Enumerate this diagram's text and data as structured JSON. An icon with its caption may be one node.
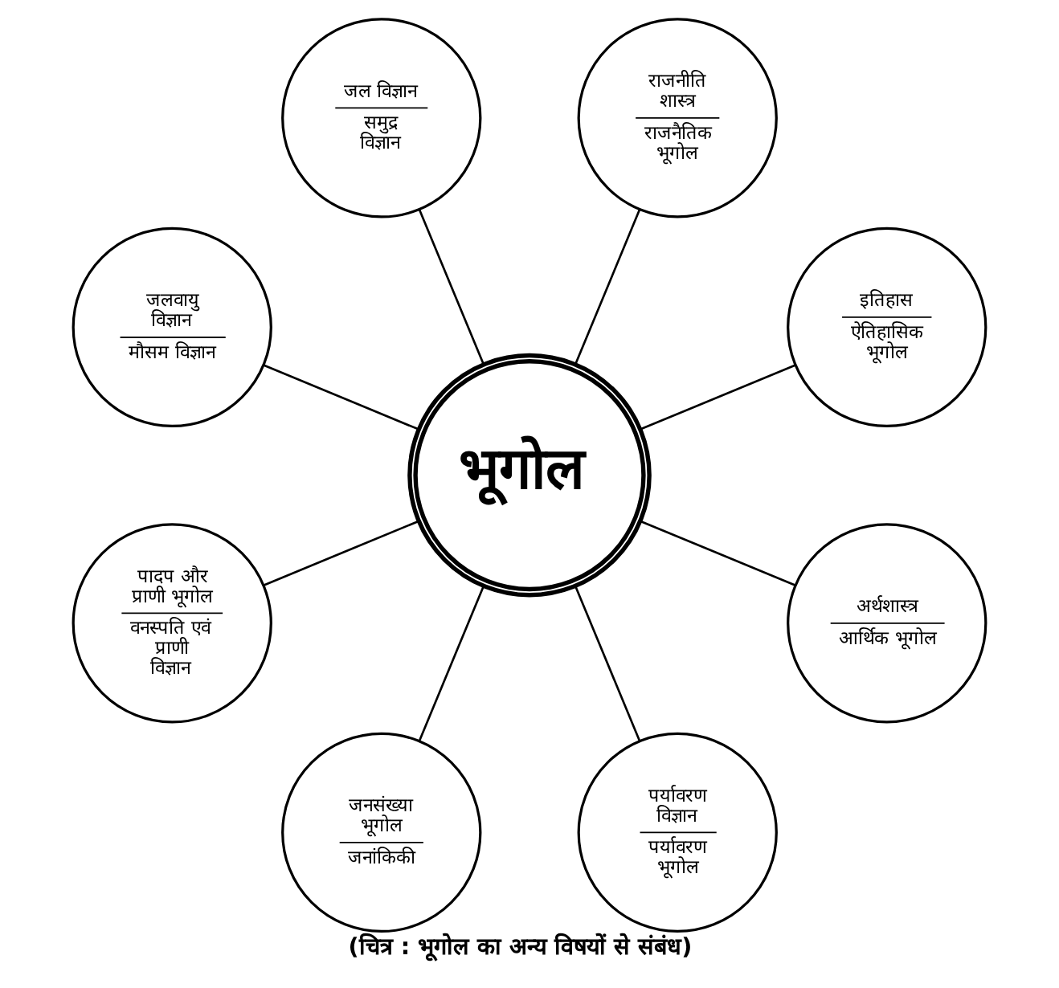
{
  "diagram": {
    "caption": "(चित्र : भूगोल का अन्य विषयों से संबंध)",
    "nodes": [
      {
        "text": [
          "भूगोल"
        ]
      },
      {
        "text": [
          "इतिहास",
          "ऐतिहासिक भूगोल"
        ]
      },
      {
        "text": [
          "राजनीति शास्त्र",
          "राजनैतिक भूगोल"
        ]
      },
      {
        "text": [
          "जल विज्ञान",
          "समुद्र विज्ञान"
        ]
      },
      {
        "text": [
          "जलवायु विज्ञान",
          "मौसम विज्ञान"
        ]
      },
      {
        "text": [
          "पादप और प्राणी भूगोल",
          "वनस्पति एवं प्राणी विज्ञान"
        ]
      },
      {
        "text": [
          "जनसंख्या भूगोल",
          "जनांकिकी"
        ]
      },
      {
        "text": [
          "पर्यावरण विज्ञान",
          "पर्यावरण भूगोल"
        ]
      },
      {
        "text": [
          "अर्थशास्त्र",
          "आर्थिक भूगोल"
        ]
      }
    ],
    "edges": [
      {
        "from": 0,
        "to": 1,
        "arrow": "none"
      },
      {
        "from": 0,
        "to": 2,
        "arrow": "none"
      },
      {
        "from": 0,
        "to": 3,
        "arrow": "none"
      },
      {
        "from": 0,
        "to": 4,
        "arrow": "none"
      },
      {
        "from": 0,
        "to": 5,
        "arrow": "none"
      },
      {
        "from": 0,
        "to": 6,
        "arrow": "none"
      },
      {
        "from": 0,
        "to": 7,
        "arrow": "none"
      },
      {
        "from": 0,
        "to": 8,
        "arrow": "none"
      }
    ]
  }
}
